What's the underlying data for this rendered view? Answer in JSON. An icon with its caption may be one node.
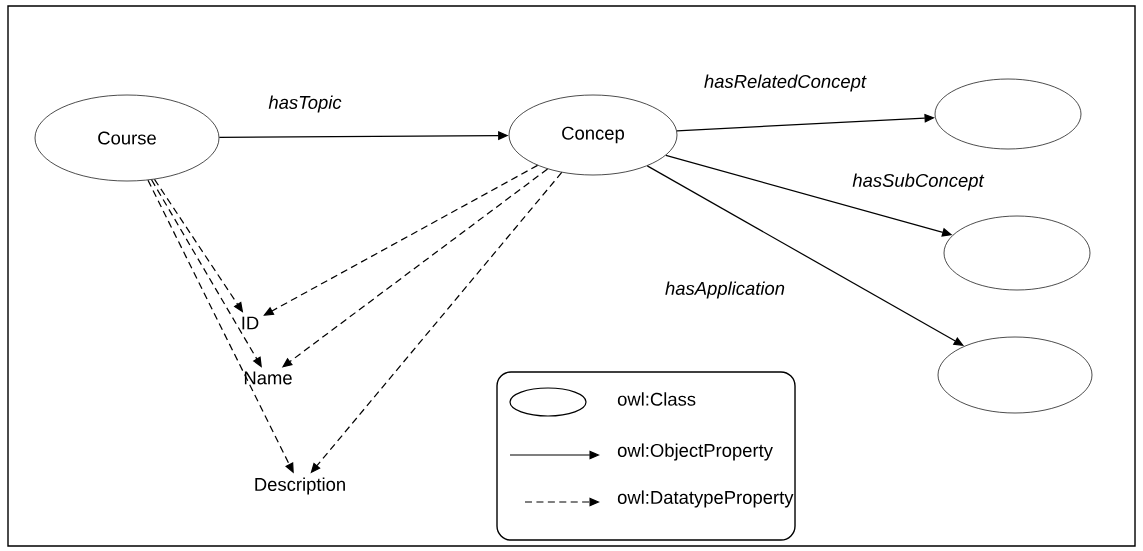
{
  "diagram": {
    "nodes": [
      {
        "text": [
          "Course"
        ]
      },
      {
        "text": [
          "Concep"
        ]
      },
      {
        "text": [],
        "shape": "circle"
      },
      {
        "text": [],
        "shape": "circle"
      },
      {
        "text": [],
        "shape": "circle"
      },
      {
        "text": [
          "ID"
        ]
      },
      {
        "text": [
          "Name"
        ]
      },
      {
        "text": [
          "Description"
        ]
      }
    ],
    "edges": [
      {
        "from": 0,
        "to": 1,
        "arrow": "to",
        "label": "hasTopic"
      },
      {
        "from": 1,
        "to": 2,
        "arrow": "to",
        "label": "hasRelatedConcept"
      },
      {
        "from": 1,
        "to": 3,
        "arrow": "to",
        "label": "hasSubConcept"
      },
      {
        "from": 1,
        "to": 4,
        "arrow": "to",
        "label": "hasApplication"
      },
      {
        "from": 0,
        "to": 5,
        "arrow": "to",
        "style": "dashed"
      },
      {
        "from": 0,
        "to": 6,
        "arrow": "to",
        "style": "dashed"
      },
      {
        "from": 0,
        "to": 7,
        "arrow": "to",
        "style": "dashed"
      },
      {
        "from": 1,
        "to": 5,
        "arrow": "to",
        "style": "dashed"
      },
      {
        "from": 1,
        "to": 6,
        "arrow": "to",
        "style": "dashed"
      },
      {
        "from": 1,
        "to": 7,
        "arrow": "to",
        "style": "dashed"
      }
    ],
    "legend": [
      {
        "text": "owl:Class"
      },
      {
        "text": "owl:ObjectProperty"
      },
      {
        "text": "owl:DatatypeProperty"
      }
    ]
  }
}
